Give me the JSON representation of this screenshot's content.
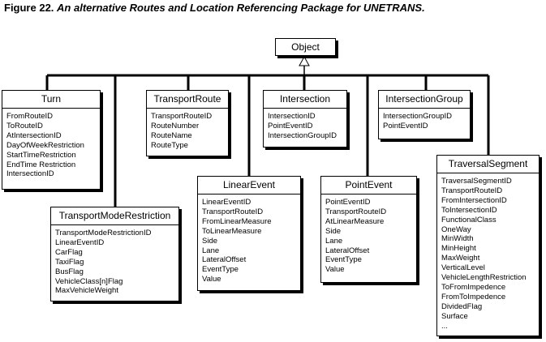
{
  "caption": {
    "label": "Figure 22.",
    "title": "An alternative Routes and Location Referencing Package for UNETRANS."
  },
  "root": {
    "name": "Object"
  },
  "classes": {
    "turn": {
      "name": "Turn",
      "attrs": [
        "FromRouteID",
        "ToRouteID",
        "AtIntersectionID",
        "DayOfWeekRestriction",
        "StartTimeRestriction",
        "EndTime Restriction",
        "IntersectionID"
      ]
    },
    "transport_route": {
      "name": "TransportRoute",
      "attrs": [
        "TransportRouteID",
        "RouteNumber",
        "RouteName",
        "RouteType"
      ]
    },
    "intersection": {
      "name": "Intersection",
      "attrs": [
        "IntersectionID",
        "PointEventID",
        "IntersectionGroupID"
      ]
    },
    "intersection_group": {
      "name": "IntersectionGroup",
      "attrs": [
        "IntersectionGroupID",
        "PointEventID"
      ]
    },
    "transport_mode_restriction": {
      "name": "TransportModeRestriction",
      "attrs": [
        "TransportModeRestrictionID",
        "LinearEventID",
        "CarFlag",
        "TaxiFlag",
        "BusFlag",
        "VehicleClass[n]Flag",
        "MaxVehicleWeight"
      ]
    },
    "linear_event": {
      "name": "LinearEvent",
      "attrs": [
        "LinearEventID",
        "TransportRouteID",
        "FromLinearMeasure",
        "ToLinearMeasure",
        "Side",
        "Lane",
        "LateralOffset",
        "EventType",
        "Value"
      ]
    },
    "point_event": {
      "name": "PointEvent",
      "attrs": [
        "PointEventID",
        "TransportRouteID",
        "AtLinearMeasure",
        "Side",
        "Lane",
        "LateralOffset",
        "EventType",
        "Value"
      ]
    },
    "traversal_segment": {
      "name": "TraversalSegment",
      "attrs": [
        "TraversalSegmentID",
        "TransportRouteID",
        "FromIntersectionID",
        "ToIntersectionID",
        "FunctionalClass",
        "OneWay",
        "MinWidth",
        "MinHeight",
        "MaxWeight",
        "VerticalLevel",
        "VehicleLengthRestriction",
        "ToFromImpedence",
        "FromToImpedence",
        "DividedFlag",
        "Surface",
        "..."
      ]
    }
  }
}
